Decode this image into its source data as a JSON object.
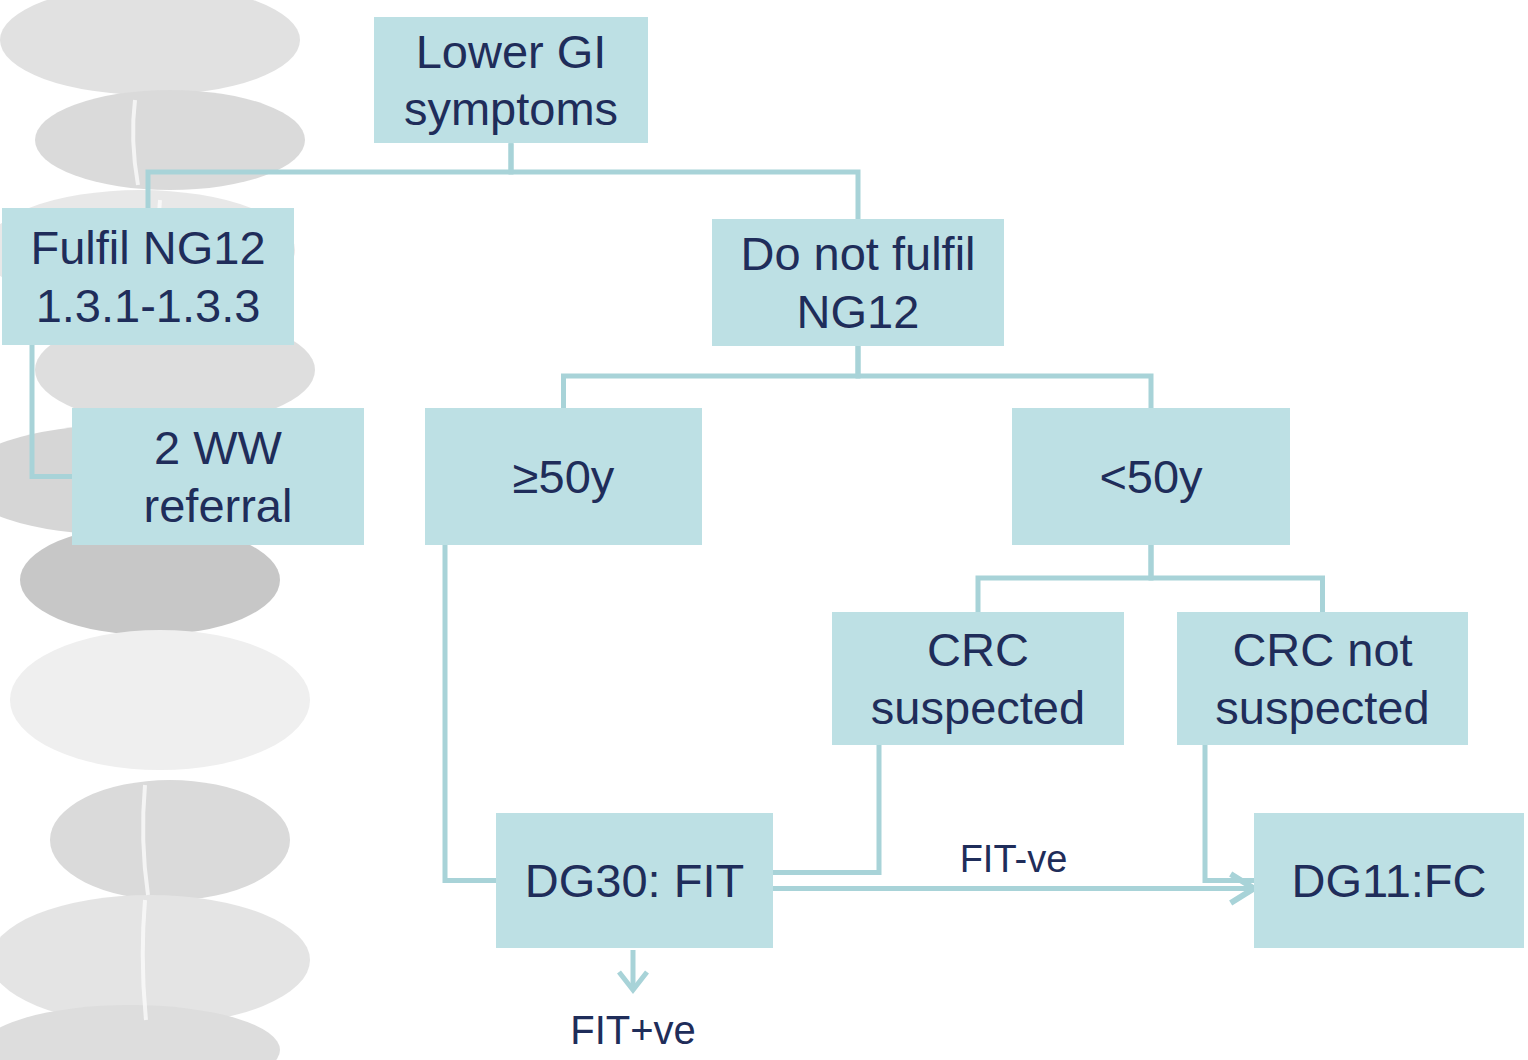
{
  "diagram": {
    "nodes": [
      {
        "text": [
          "Lower GI symptoms"
        ]
      },
      {
        "text": [
          "Fulfil NG12 1.3.1-1.3.3"
        ]
      },
      {
        "text": [
          "Do not fulfil NG12"
        ]
      },
      {
        "text": [
          "2 WW referral"
        ]
      },
      {
        "text": [
          "≥50y"
        ]
      },
      {
        "text": [
          "<50y"
        ]
      },
      {
        "text": [
          "CRC suspected"
        ]
      },
      {
        "text": [
          "CRC not suspected"
        ]
      },
      {
        "text": [
          "DG30: FIT"
        ]
      },
      {
        "text": [
          "DG11:FC"
        ]
      }
    ],
    "edges": [
      {
        "from": 0,
        "to": 1,
        "arrow": "none"
      },
      {
        "from": 0,
        "to": 2,
        "arrow": "none"
      },
      {
        "from": 1,
        "to": 3,
        "arrow": "none"
      },
      {
        "from": 2,
        "to": 4,
        "arrow": "none"
      },
      {
        "from": 2,
        "to": 5,
        "arrow": "none"
      },
      {
        "from": 5,
        "to": 6,
        "arrow": "none"
      },
      {
        "from": 5,
        "to": 7,
        "arrow": "none"
      },
      {
        "from": 4,
        "to": 8,
        "arrow": "none"
      },
      {
        "from": 6,
        "to": 8,
        "arrow": "none"
      },
      {
        "from": 7,
        "to": 9,
        "arrow": "none"
      },
      {
        "from": 8,
        "to": 9,
        "label": "FIT-ve",
        "arrow": "to"
      }
    ],
    "labels": [
      "FIT+ve"
    ]
  }
}
